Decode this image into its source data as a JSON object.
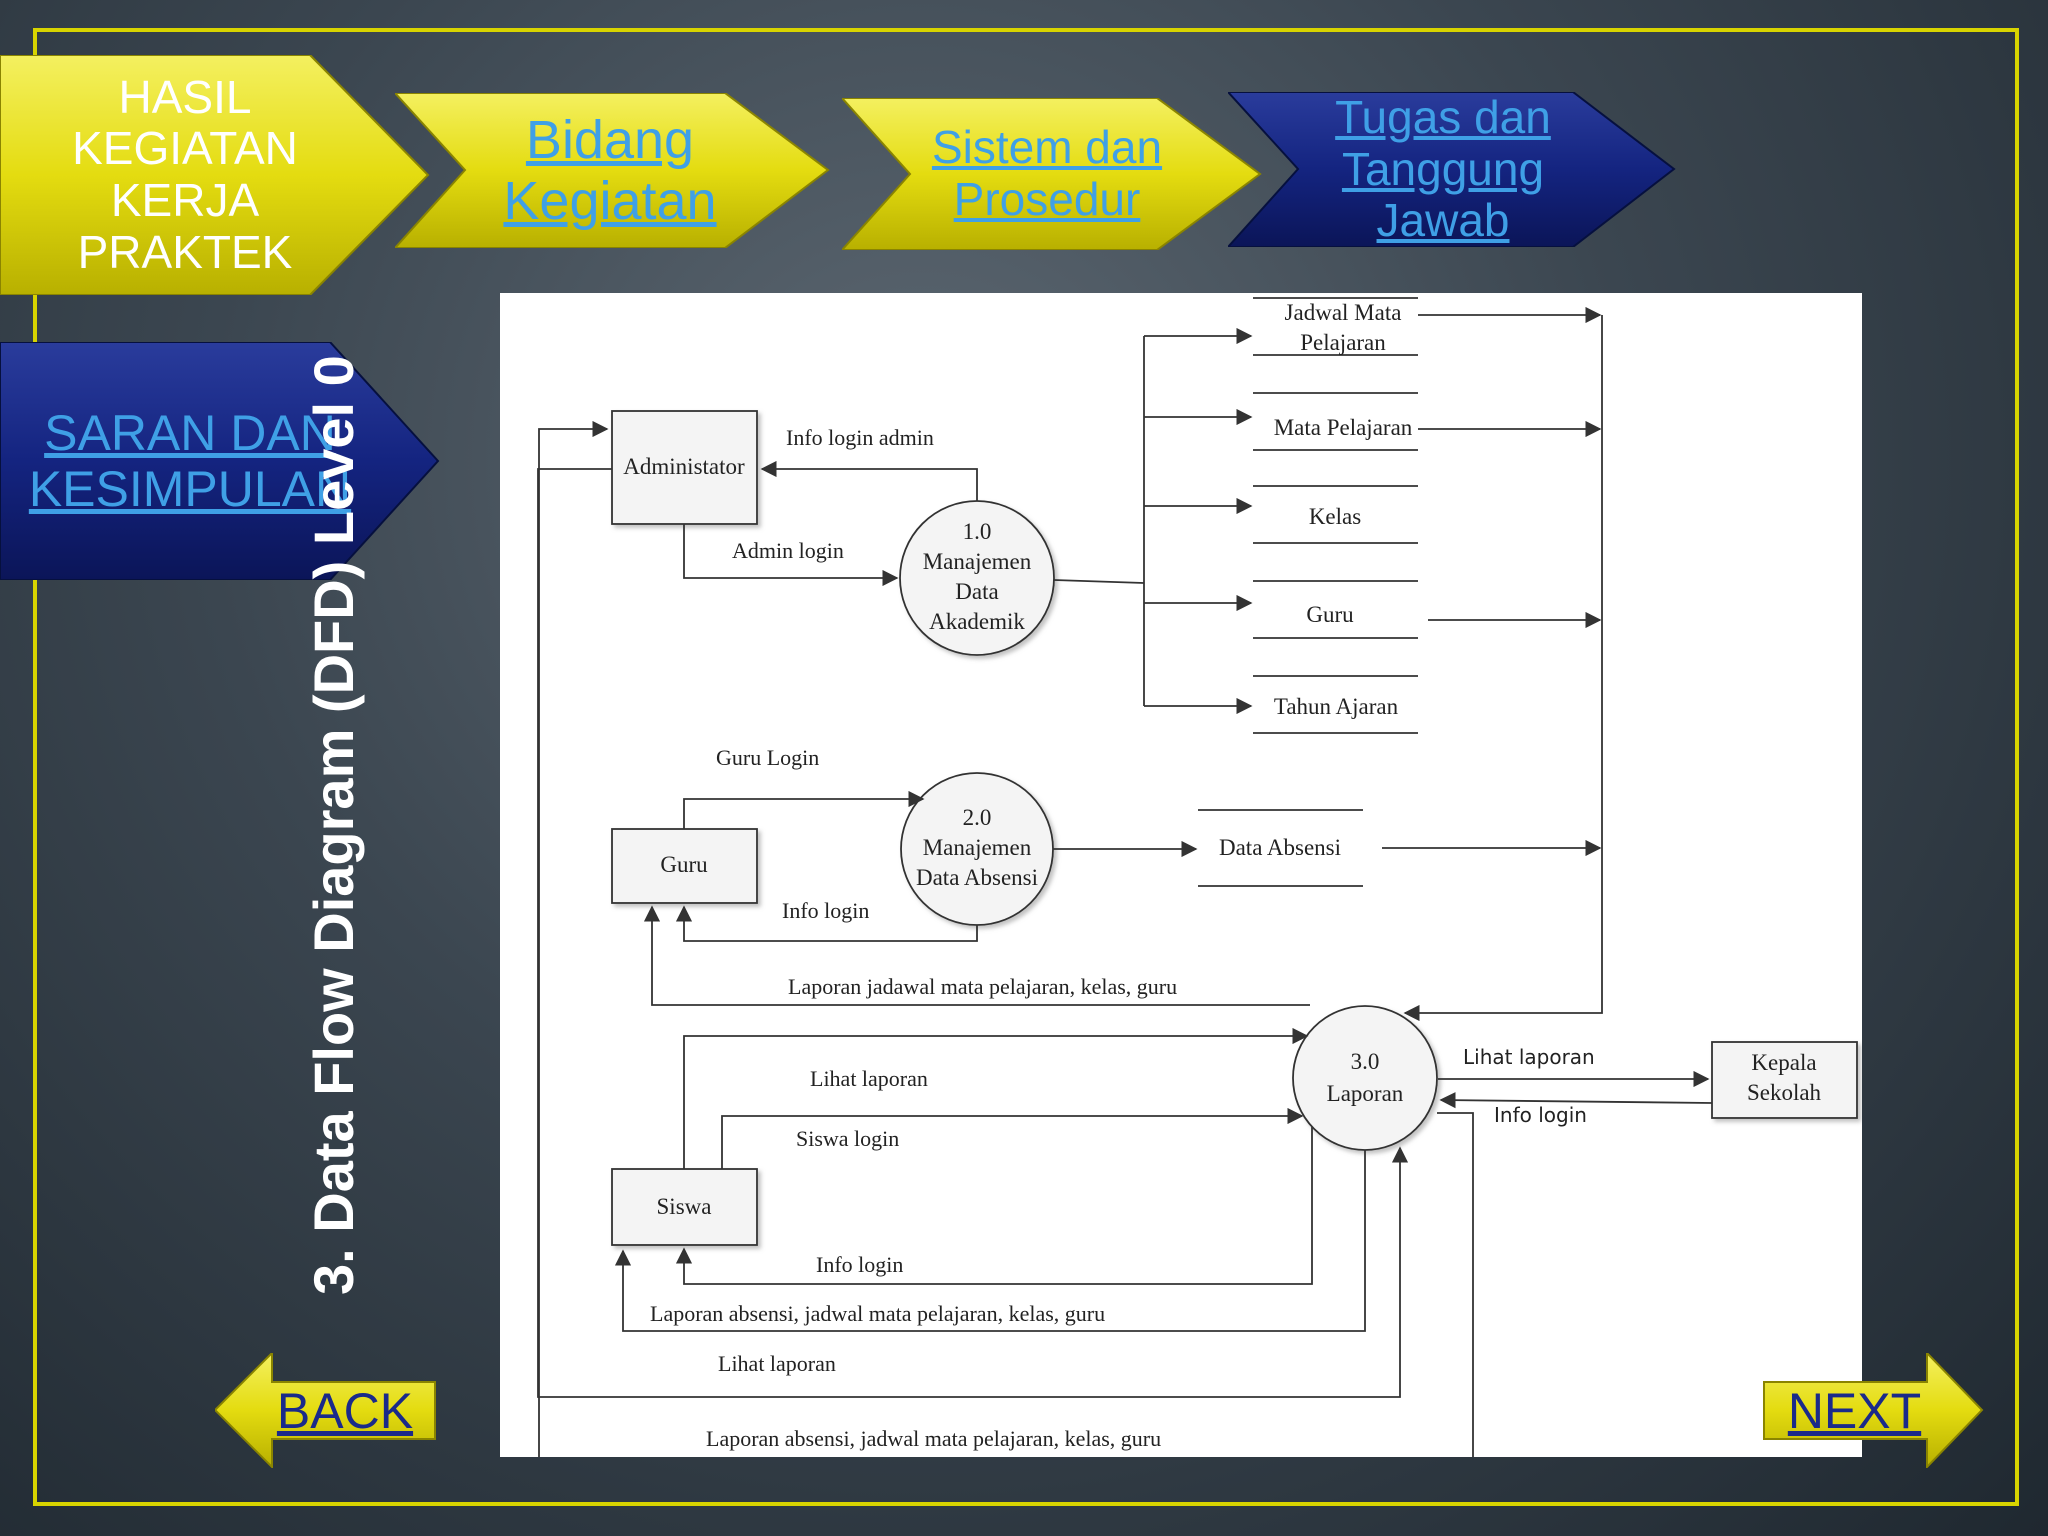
{
  "nav": {
    "tab1": "HASIL KEGIATAN KERJA PRAKTEK",
    "tab2": "Bidang Kegiatan",
    "tab3": "Sistem dan Prosedur",
    "tab4": "Tugas dan Tanggung Jawab",
    "side": "SARAN DAN KESIMPULAN"
  },
  "slide_title": "3. Data Flow Diagram (DFD) Level 0",
  "diagram": {
    "entities": {
      "admin": "Administator",
      "guru": "Guru",
      "siswa": "Siswa",
      "kepala_line1": "Kepala",
      "kepala_line2": "Sekolah"
    },
    "processes": {
      "p1_num": "1.0",
      "p1_l1": "Manajemen",
      "p1_l2": "Data",
      "p1_l3": "Akademik",
      "p2_num": "2.0",
      "p2_l1": "Manajemen",
      "p2_l2": "Data Absensi",
      "p3_num": "3.0",
      "p3_l1": "Laporan"
    },
    "stores": {
      "jadwal_l1": "Jadwal Mata",
      "jadwal_l2": "Pelajaran",
      "mapel": "Mata Pelajaran",
      "kelas": "Kelas",
      "guru": "Guru",
      "tahun": "Tahun Ajaran",
      "absensi": "Data Absensi"
    },
    "flows": {
      "info_login_admin": "Info login admin",
      "admin_login": "Admin login",
      "guru_login": "Guru Login",
      "info_login_guru": "Info login",
      "laporan_guru": "Laporan jadawal mata pelajaran, kelas, guru",
      "lihat_laporan_siswa": "Lihat laporan",
      "siswa_login": "Siswa login",
      "info_login_siswa": "Info login",
      "laporan_siswa": "Laporan absensi, jadwal mata pelajaran, kelas, guru",
      "lihat_laporan_admin": "Lihat laporan",
      "laporan_admin": "Laporan absensi, jadwal mata pelajaran, kelas, guru",
      "lihat_laporan_kepala": "Lihat laporan",
      "info_login_kepala": "Info login"
    }
  },
  "buttons": {
    "back": "BACK",
    "next": "NEXT"
  },
  "colors": {
    "frame": "#d8d400",
    "yellow": "#e8e218",
    "navy": "#13237a",
    "link": "#3fa0e6"
  }
}
